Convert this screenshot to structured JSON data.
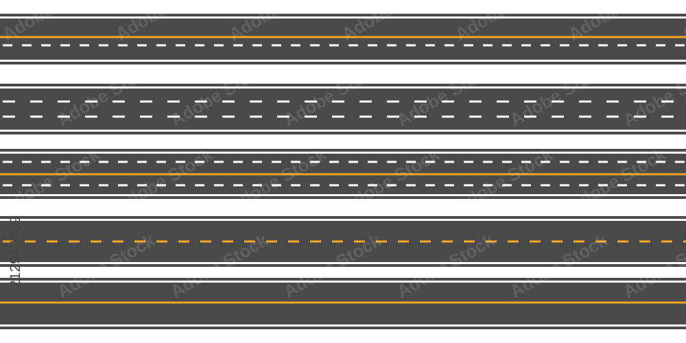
{
  "colors": {
    "asphalt": "#4a4a4a",
    "background": "#ffffff",
    "white_marking": "#ffffff",
    "yellow_marking": "#f5a623"
  },
  "roads": [
    {
      "name": "road-1",
      "edge_lines": "white-solid",
      "center_markings": [
        "yellow-solid",
        "white-dashed"
      ]
    },
    {
      "name": "road-2",
      "edge_lines": "white-solid",
      "center_markings": [
        "white-dashed",
        "white-dashed"
      ]
    },
    {
      "name": "road-3",
      "edge_lines": "white-solid",
      "center_markings": [
        "white-dashed",
        "yellow-solid",
        "white-dashed"
      ]
    },
    {
      "name": "road-4",
      "edge_lines": "white-solid",
      "center_markings": [
        "yellow-dashed"
      ]
    },
    {
      "name": "road-5",
      "edge_lines": "white-solid",
      "center_markings": [
        "yellow-solid"
      ]
    }
  ],
  "watermark": {
    "text": "Adobe Stock"
  },
  "stock_id": "212940869"
}
